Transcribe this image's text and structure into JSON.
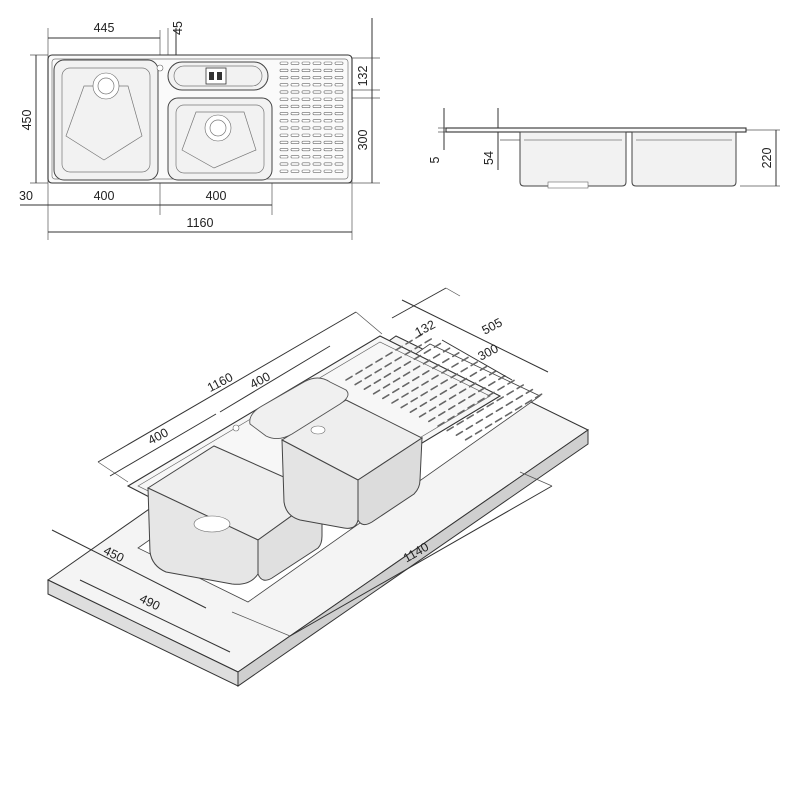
{
  "top_view": {
    "width_445": "445",
    "drain_45": "45",
    "tray_132": "132",
    "height_450": "450",
    "drainer_300": "300",
    "offset_30": "30",
    "bowl_left_400": "400",
    "bowl_right_400": "400",
    "total_1160": "1160"
  },
  "side_view": {
    "edge_5": "5",
    "depth_54": "54",
    "depth_220": "220"
  },
  "iso_view": {
    "drainer_132": "132",
    "drainer_505": "505",
    "drainer_300": "300",
    "length_1160": "1160",
    "bowl_400_a": "400",
    "bowl_400_b": "400",
    "cutout_1140": "1140",
    "cutout_450": "450",
    "cutout_490": "490"
  }
}
